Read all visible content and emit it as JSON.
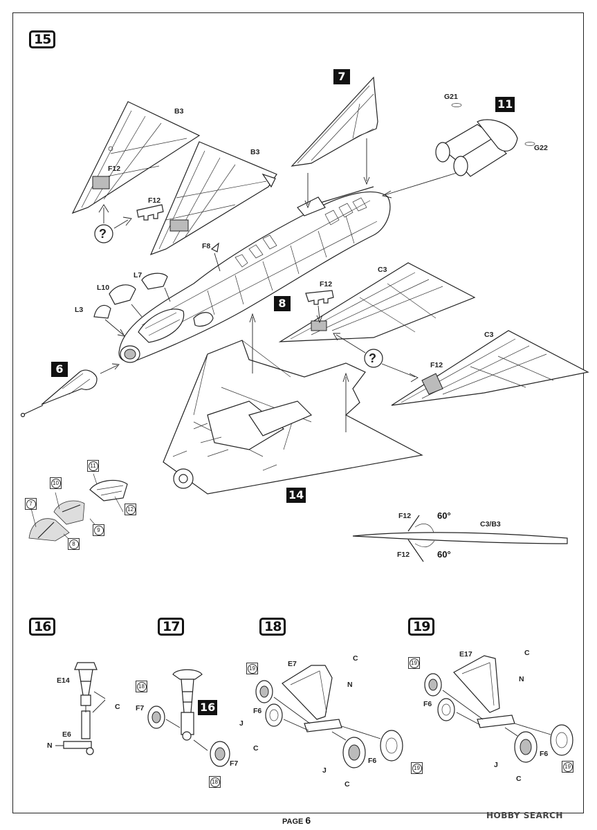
{
  "page": {
    "label": "PAGE",
    "number": "6"
  },
  "watermark": "HOBBY SEARCH",
  "steps": {
    "s15": "15",
    "s16": "16",
    "s17": "17",
    "s18": "18",
    "s19": "19"
  },
  "subassemblies": {
    "a7": "7",
    "a11": "11",
    "a6": "6",
    "a8": "8",
    "a14": "14",
    "a16": "16"
  },
  "step15": {
    "wing_left_top": "B3",
    "wing_left_top_tab": "F12",
    "wing_left_mid": "B3",
    "wing_left_mid_tab": "F12",
    "f8": "F8",
    "l7": "L7",
    "l10": "L10",
    "l3": "L3",
    "g21": "G21",
    "g22": "G22",
    "right_wing_top": "C3",
    "right_wing_top_tab": "F12",
    "right_wing_bottom": "C3",
    "right_wing_bottom_tab": "F12",
    "question": "?",
    "angle_label_top": "F12",
    "angle_label_bottom": "F12",
    "angle_top": "60°",
    "angle_bottom": "60°",
    "angle_part": "C3/B3",
    "refs": [
      "7",
      "10",
      "11",
      "12",
      "9",
      "8"
    ]
  },
  "step16": {
    "e14": "E14",
    "e6": "E6",
    "c": "C",
    "n": "N"
  },
  "step17": {
    "f7a": "F7",
    "f7b": "F7",
    "j": "J",
    "c": "C",
    "ref_top": "18",
    "ref_bottom": "18"
  },
  "step18": {
    "e7": "E7",
    "c1": "C",
    "n": "N",
    "f6a": "F6",
    "f6b": "F6",
    "j": "J",
    "c2": "C",
    "ref_top": "19",
    "ref_bottom": "19"
  },
  "step19": {
    "e17": "E17",
    "c1": "C",
    "n": "N",
    "f6a": "F6",
    "f6b": "F6",
    "j": "J",
    "c2": "C",
    "ref_top": "19",
    "ref_bottom": "19"
  }
}
